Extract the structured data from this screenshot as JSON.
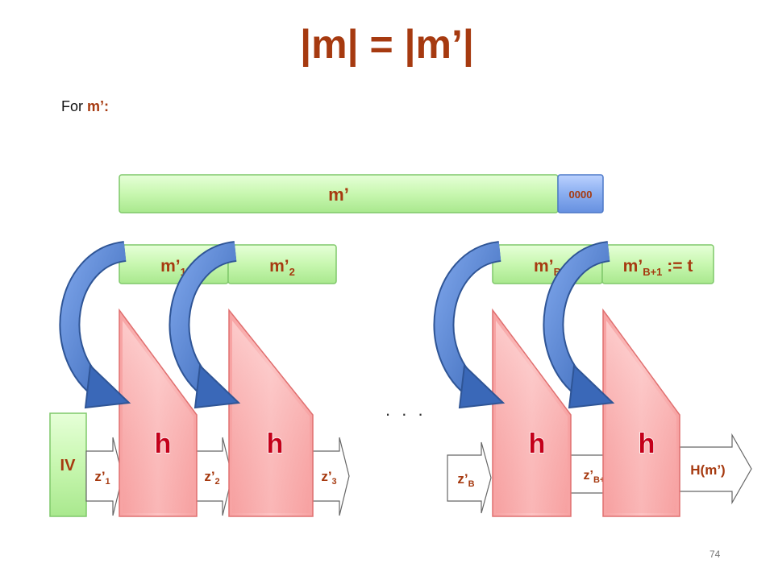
{
  "title": "|m| = |m’|",
  "subtitle": {
    "prefix": "For ",
    "highlight": "m’:"
  },
  "message_bar": {
    "label": "m’",
    "padding": "0000"
  },
  "blocks": [
    {
      "main": "m’",
      "sub": "1",
      "tail": ""
    },
    {
      "main": "m’",
      "sub": "2",
      "tail": ""
    },
    {
      "main": "m’",
      "sub": "B",
      "tail": ""
    },
    {
      "main": "m’",
      "sub": "B+1",
      "tail": " := t"
    }
  ],
  "compression_label": "h",
  "iv_label": "IV",
  "chain_values": [
    {
      "main": "z’",
      "sub": "1"
    },
    {
      "main": "z’",
      "sub": "2"
    },
    {
      "main": "z’",
      "sub": "3"
    },
    {
      "main": "z’",
      "sub": "B"
    },
    {
      "main": "z’",
      "sub": "B+1"
    }
  ],
  "output_label": "H(m’)",
  "ellipsis": ". . .",
  "page_number": "74",
  "colors": {
    "title": "#a63a10",
    "green_fill": "#c8f7b0",
    "blue_fill": "#8aaef0",
    "pink_fill": "#fbb8b8",
    "h_text": "#c4001a",
    "curved_arrow": "#4a7dc8"
  }
}
